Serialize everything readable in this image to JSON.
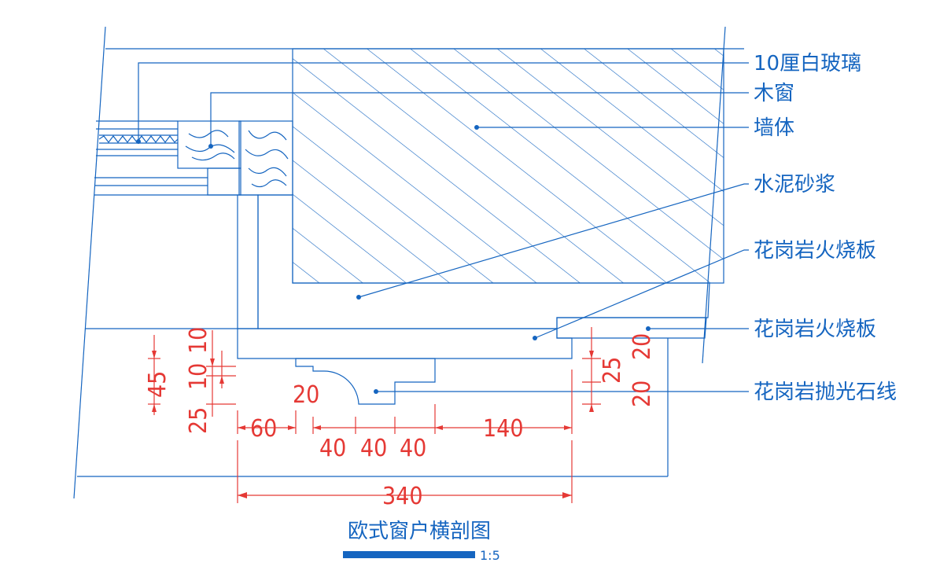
{
  "drawing": {
    "title": "欧式窗户横剖图",
    "scale": "1:5"
  },
  "labels": {
    "glass": "10厘白玻璃",
    "wood_window": "木窗",
    "wall": "墙体",
    "mortar": "水泥砂浆",
    "granite_fire_board_1": "花岗岩火烧板",
    "granite_fire_board_2": "花岗岩火烧板",
    "granite_polished_line": "花岗岩抛光石线"
  },
  "dimensions": {
    "d_10_top": "10",
    "d_45": "45",
    "d_10_mid": "10",
    "d_25_left": "25",
    "d_20_radius": "20",
    "d_60": "60",
    "d_40_a": "40",
    "d_40_b": "40",
    "d_40_c": "40",
    "d_140": "140",
    "d_25_right": "25",
    "d_20_right_a": "20",
    "d_20_right_b": "20",
    "d_340": "340"
  },
  "colors": {
    "line": "#1565c0",
    "dimension": "#e53935",
    "background": "#ffffff"
  }
}
